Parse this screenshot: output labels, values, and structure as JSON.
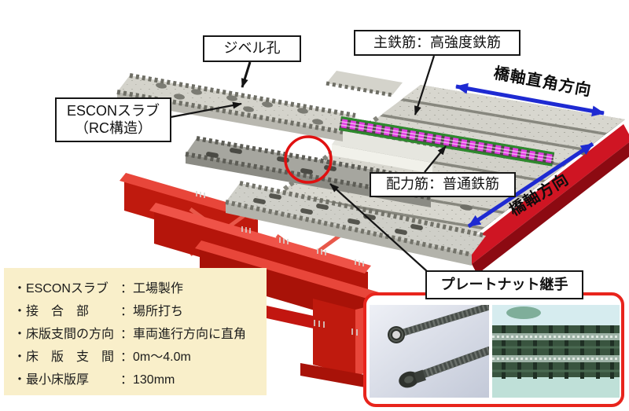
{
  "scene": {
    "labels": {
      "dowel_hole": "ジベル孔",
      "escon_slab_1": "ESCONスラブ",
      "escon_slab_2": "（RC構造）",
      "main_rebar": "主鉄筋：高強度鉄筋",
      "dist_rebar": "配力筋：普通鉄筋",
      "plate_nut": "プレートナット継手",
      "axis_perp": "橋軸直角方向",
      "axis_main": "橋軸方向"
    },
    "colors": {
      "arrow_blue": "#1e2ad2",
      "highlight_circle_red": "#e01010",
      "panel_border_red": "#e8241c",
      "girder_red": "#d5271b",
      "slab_gray": "#d6d5cd",
      "rebar_magenta": "#e23ee2",
      "rebar_green": "#2d8a2d",
      "info_bg": "#f9efca"
    },
    "icons": {
      "leader_arrow": "black-arrow",
      "direction_arrow": "blue-double-arrow"
    }
  },
  "info_box": {
    "items": [
      {
        "label": "・ESCONスラブ",
        "value": "：工場製作"
      },
      {
        "label": "・接　合　部",
        "value": "：場所打ち"
      },
      {
        "label": "・床版支間の方向",
        "value": "：車両進行方向に直角"
      },
      {
        "label": "・床　版　支　間",
        "value": "：0m～4.0m"
      },
      {
        "label": "・最小床版厚",
        "value": "：130mm"
      }
    ]
  }
}
